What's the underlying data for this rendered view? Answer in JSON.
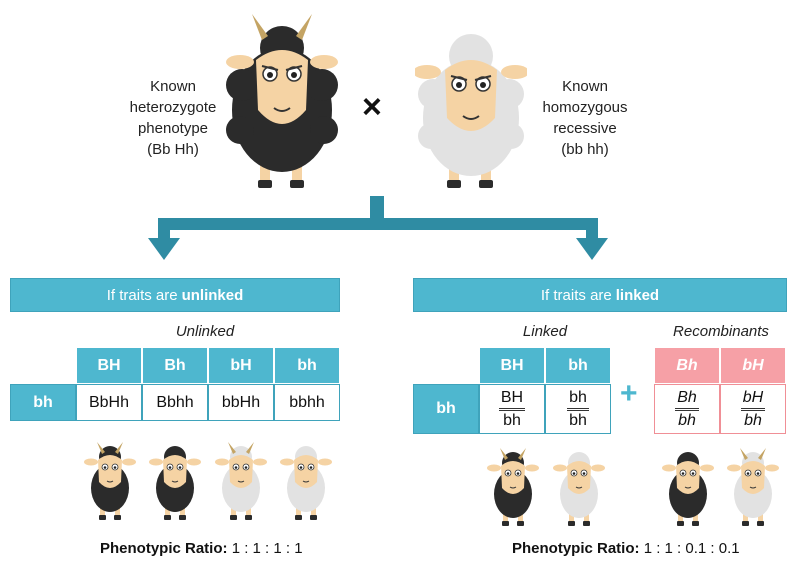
{
  "parents": {
    "left_label": [
      "Known",
      "heterozygote",
      "phenotype",
      "(Bb Hh)"
    ],
    "right_label": [
      "Known",
      "homozygous",
      "recessive",
      "(bb hh)"
    ],
    "cross_symbol": "×"
  },
  "unlinked": {
    "banner_prefix": "If traits are",
    "banner_bold": "unlinked",
    "caption": "Unlinked",
    "col_headers": [
      "BH",
      "Bh",
      "bH",
      "bh"
    ],
    "row_header": "bh",
    "cells": [
      "BbHh",
      "Bbhh",
      "bbHh",
      "bbhh"
    ],
    "ratio_label": "Phenotypic Ratio:",
    "ratio_value": "1 : 1 : 1 : 1"
  },
  "linked": {
    "banner_prefix": "If traits are",
    "banner_bold": "linked",
    "caption": "Linked",
    "recomb_caption": "Recombinants",
    "col_headers": [
      "BH",
      "bh"
    ],
    "recomb_headers": [
      "Bh",
      "bH"
    ],
    "row_header": "bh",
    "cells": [
      {
        "top": "BH",
        "bottom": "bh"
      },
      {
        "top": "bh",
        "bottom": "bh"
      }
    ],
    "recomb_cells": [
      {
        "top": "Bh",
        "bottom": "bh"
      },
      {
        "top": "bH",
        "bottom": "bh"
      }
    ],
    "plus_symbol": "+",
    "ratio_label": "Phenotypic Ratio:",
    "ratio_value": "1 : 1 : 0.1 : 0.1"
  },
  "colors": {
    "teal": "#4eb7cf",
    "teal_arrow": "#2f8ca3",
    "pink": "#f6a0a6",
    "black_wool": "#2b2b2b",
    "white_wool": "#e2e2e2",
    "face": "#f5d3a4",
    "horn": "#c4a464"
  }
}
